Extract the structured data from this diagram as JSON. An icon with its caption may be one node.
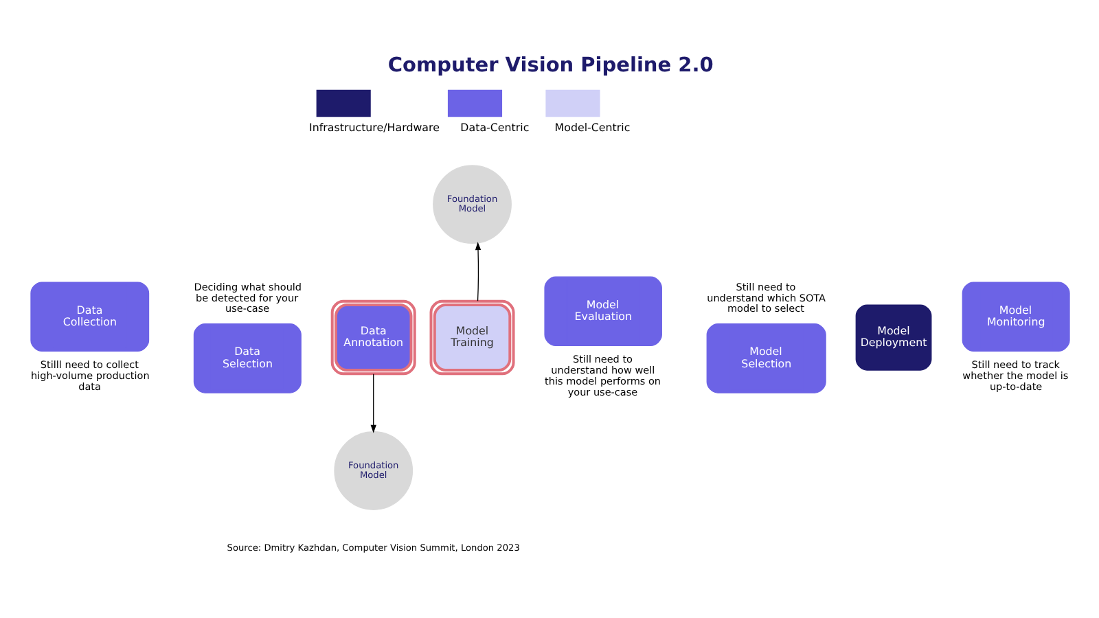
{
  "diagram": {
    "title": "Computer Vision Pipeline 2.0",
    "caption": "Source: Dmitry Kazhdan, Computer Vision Summit, London 2023",
    "nodes": [
      {
        "text": [
          "Data Collection"
        ],
        "beside": [
          "Stilll need to collect high-volume production data"
        ]
      },
      {
        "text": [
          "Data Selection"
        ],
        "beside": [
          "Deciding what should be detected for your use-case"
        ]
      },
      {
        "text": [
          "Data Annotation"
        ]
      },
      {
        "text": [
          "Model Training"
        ]
      },
      {
        "text": [
          "Model Evaluation"
        ],
        "beside": [
          "Still need to understand how well this model performs on your use-case"
        ]
      },
      {
        "text": [
          "Model Selection"
        ],
        "beside": [
          "Still need to understand which SOTA model to select"
        ]
      },
      {
        "text": [
          "Model Deployment"
        ]
      },
      {
        "text": [
          "Model Monitoring"
        ],
        "beside": [
          "Still need to track whether the model is up-to-date"
        ]
      },
      {
        "text": [
          "Foundation Model"
        ]
      },
      {
        "text": [
          "Foundation Model"
        ]
      }
    ],
    "edges": [
      {
        "from": 3,
        "to": 8,
        "arrow": "to"
      },
      {
        "from": 2,
        "to": 9,
        "arrow": "to"
      }
    ],
    "legend": [
      {
        "text": "Infrastructure/Hardware",
        "color": "#1e1b6b"
      },
      {
        "text": "Data-Centric",
        "color": "#6c63e6"
      },
      {
        "text": "Model-Centric",
        "color": "#d0d0f7"
      }
    ]
  }
}
